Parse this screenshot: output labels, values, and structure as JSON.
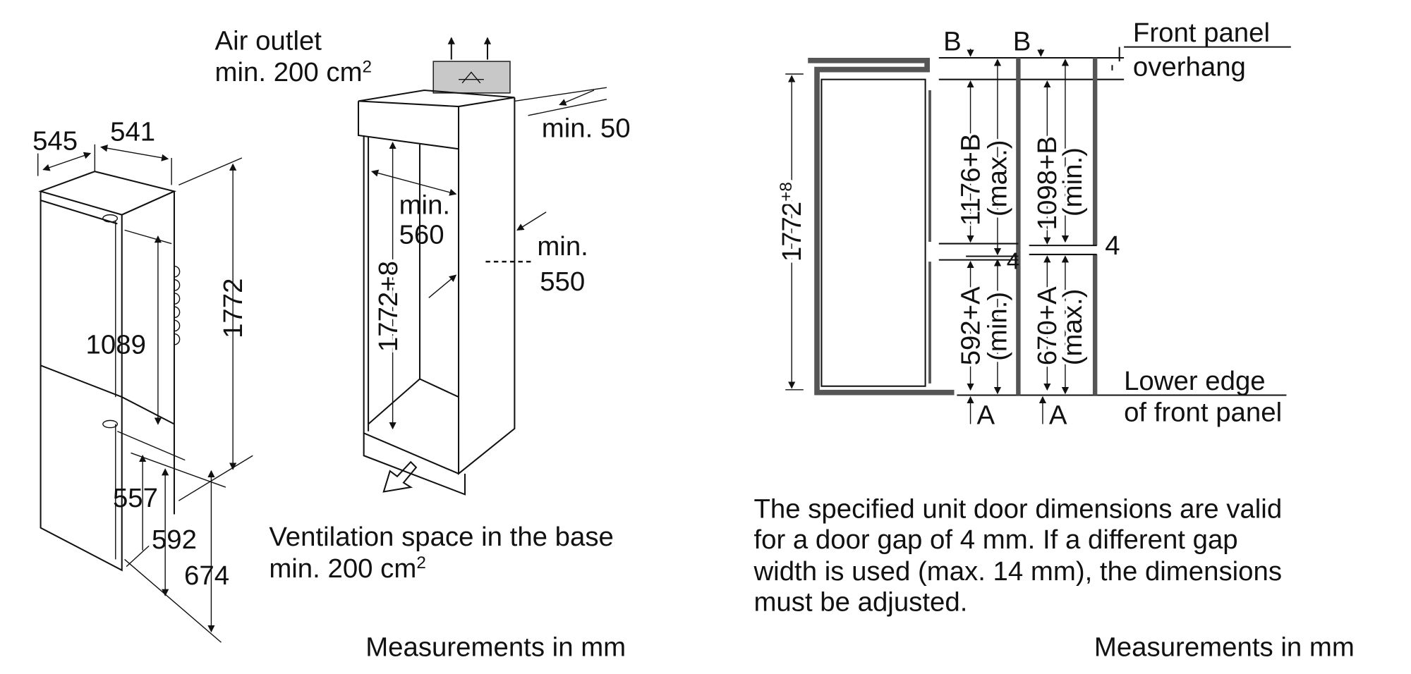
{
  "left_unit": {
    "depth": "545",
    "width": "541",
    "upper_door": "1089",
    "height": "1772",
    "lower_door": "557",
    "dim_592": "592",
    "dim_674": "674"
  },
  "niche": {
    "air_outlet_line1": "Air outlet",
    "air_outlet_line2": "min. 200 cm",
    "air_outlet_sup": "2",
    "min50": "min. 50",
    "min560_line1": "min.",
    "min560_line2": "560",
    "height_base": "1772+8",
    "min550_line1": "min.",
    "min550_line2": "550",
    "vent_line1": "Ventilation space in the base",
    "vent_line2": "min. 200 cm",
    "vent_sup": "2",
    "units_note": "Measurements in mm"
  },
  "door_diagram": {
    "height_base": "1772",
    "height_sup": "+8",
    "b_label_1": "B",
    "b_label_2": "B",
    "a_label_1": "A",
    "a_label_2": "A",
    "upper_max_value": "1176+B",
    "upper_max_note": "(max.)",
    "upper_min_value": "1098+B",
    "upper_min_note": "(min.)",
    "lower_min_value": "592+A",
    "lower_min_note": "(min.)",
    "lower_max_value": "670+A",
    "lower_max_note": "(max.)",
    "gap_1": "4",
    "gap_2": "4",
    "front_panel_line1": "Front panel",
    "front_panel_line2": "overhang",
    "lower_edge_line1": "Lower edge",
    "lower_edge_line2": "of front panel",
    "note_lines": [
      "The specified unit door dimensions are valid",
      "for a door gap of 4 mm. If a different gap",
      "width is used (max. 14 mm), the dimensions",
      "must be adjusted."
    ],
    "units_note": "Measurements in mm"
  }
}
